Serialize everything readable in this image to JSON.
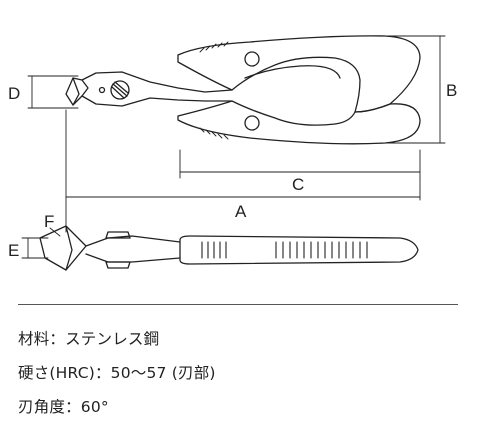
{
  "dimensions": {
    "a": "A",
    "b": "B",
    "c": "C",
    "d": "D",
    "e": "E",
    "f": "F"
  },
  "specs": {
    "material": "材料：ステンレス鋼",
    "hardness": "硬さ(HRC)：50〜57 (刃部)",
    "edge_angle": "刃角度：60°"
  }
}
